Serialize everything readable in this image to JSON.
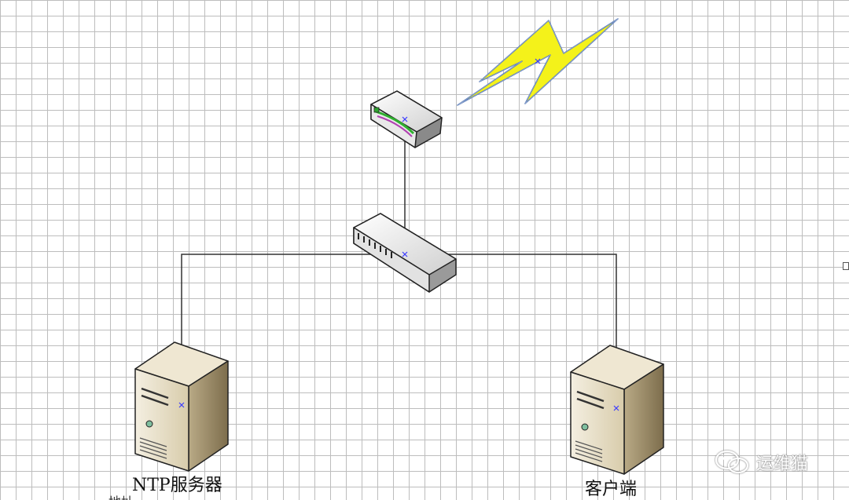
{
  "nodes": {
    "server_label": "NTP服务器",
    "client_label": "客户端",
    "cut_label": "地址"
  },
  "watermark": {
    "text": "运维猫",
    "icon": "wechat-icon"
  },
  "colors": {
    "grid": "#bdbdbd",
    "lightning_fill": "#f4f21a",
    "connector": "#333333",
    "server_body": "#e6dcc3",
    "selection_marker": "#3a3aff"
  }
}
